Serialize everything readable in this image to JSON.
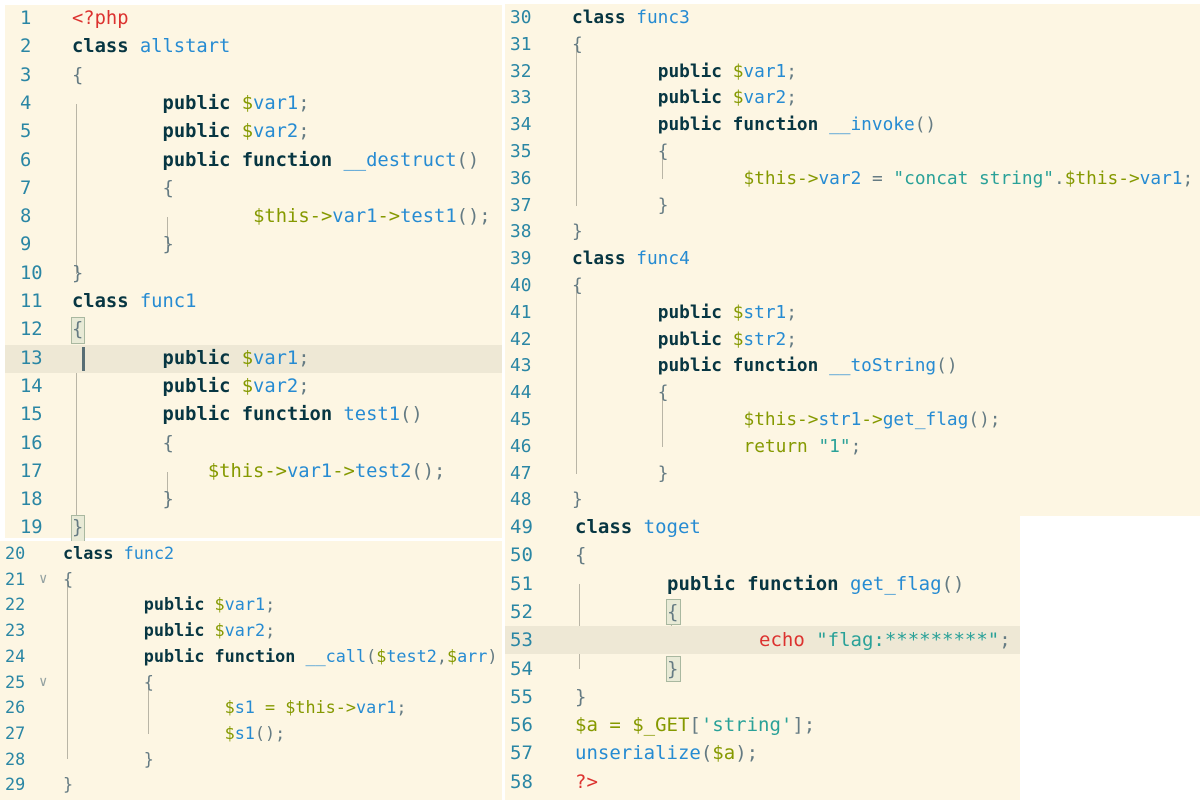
{
  "panels": [
    {
      "id": "pA",
      "lines": [
        {
          "n": "1",
          "i": 0,
          "t": [
            [
              "r",
              "<?php"
            ]
          ]
        },
        {
          "n": "2",
          "i": 0,
          "t": [
            [
              "k",
              "class"
            ],
            [
              "p",
              " "
            ],
            [
              "c",
              "allstart"
            ]
          ]
        },
        {
          "n": "3",
          "i": 0,
          "t": [
            [
              "p",
              "{"
            ]
          ]
        },
        {
          "n": "4",
          "i": 8,
          "t": [
            [
              "k",
              "public"
            ],
            [
              "p",
              " "
            ],
            [
              "v",
              "$"
            ],
            [
              "c",
              "var1"
            ],
            [
              "p",
              ";"
            ]
          ]
        },
        {
          "n": "5",
          "i": 8,
          "t": [
            [
              "k",
              "public"
            ],
            [
              "p",
              " "
            ],
            [
              "v",
              "$"
            ],
            [
              "c",
              "var2"
            ],
            [
              "p",
              ";"
            ]
          ]
        },
        {
          "n": "6",
          "i": 8,
          "t": [
            [
              "k",
              "public function"
            ],
            [
              "p",
              " "
            ],
            [
              "c",
              "__destruct"
            ],
            [
              "p",
              "()"
            ]
          ]
        },
        {
          "n": "7",
          "i": 8,
          "t": [
            [
              "p",
              "{"
            ]
          ]
        },
        {
          "n": "8",
          "i": 16,
          "t": [
            [
              "v",
              "$this->"
            ],
            [
              "c",
              "var1"
            ],
            [
              "v",
              "->"
            ],
            [
              "c",
              "test1"
            ],
            [
              "p",
              "();"
            ]
          ]
        },
        {
          "n": "9",
          "i": 8,
          "t": [
            [
              "p",
              "}"
            ]
          ]
        },
        {
          "n": "10",
          "i": 0,
          "t": [
            [
              "p",
              "}"
            ]
          ]
        },
        {
          "n": "11",
          "i": 0,
          "t": [
            [
              "k",
              "class"
            ],
            [
              "p",
              " "
            ],
            [
              "c",
              "func1"
            ]
          ]
        },
        {
          "n": "12",
          "i": 0,
          "t": [
            [
              "p",
              "{"
            ]
          ],
          "box": true
        },
        {
          "n": "13",
          "i": 8,
          "t": [
            [
              "k",
              "public"
            ],
            [
              "p",
              " "
            ],
            [
              "v",
              "$"
            ],
            [
              "c",
              "var1"
            ],
            [
              "p",
              ";"
            ]
          ],
          "hl": true
        },
        {
          "n": "14",
          "i": 8,
          "t": [
            [
              "k",
              "public"
            ],
            [
              "p",
              " "
            ],
            [
              "v",
              "$"
            ],
            [
              "c",
              "var2"
            ],
            [
              "p",
              ";"
            ]
          ]
        },
        {
          "n": "15",
          "i": 8,
          "t": [
            [
              "k",
              "public function"
            ],
            [
              "p",
              " "
            ],
            [
              "c",
              "test1"
            ],
            [
              "p",
              "()"
            ]
          ]
        },
        {
          "n": "16",
          "i": 8,
          "t": [
            [
              "p",
              "{"
            ]
          ]
        },
        {
          "n": "17",
          "i": 12,
          "t": [
            [
              "v",
              "$this->"
            ],
            [
              "c",
              "var1"
            ],
            [
              "v",
              "->"
            ],
            [
              "c",
              "test2"
            ],
            [
              "p",
              "();"
            ]
          ]
        },
        {
          "n": "18",
          "i": 8,
          "t": [
            [
              "p",
              "}"
            ]
          ]
        },
        {
          "n": "19",
          "i": 0,
          "t": [
            [
              "p",
              "}"
            ]
          ],
          "box": true
        }
      ]
    },
    {
      "id": "pB",
      "lines": [
        {
          "n": "20",
          "i": 0,
          "t": [
            [
              "k",
              "class"
            ],
            [
              "p",
              " "
            ],
            [
              "c",
              "func2"
            ]
          ]
        },
        {
          "n": "21",
          "i": 0,
          "t": [
            [
              "p",
              "{"
            ]
          ],
          "fold": true
        },
        {
          "n": "22",
          "i": 8,
          "t": [
            [
              "k",
              "public"
            ],
            [
              "p",
              " "
            ],
            [
              "v",
              "$"
            ],
            [
              "c",
              "var1"
            ],
            [
              "p",
              ";"
            ]
          ]
        },
        {
          "n": "23",
          "i": 8,
          "t": [
            [
              "k",
              "public"
            ],
            [
              "p",
              " "
            ],
            [
              "v",
              "$"
            ],
            [
              "c",
              "var2"
            ],
            [
              "p",
              ";"
            ]
          ]
        },
        {
          "n": "24",
          "i": 8,
          "t": [
            [
              "k",
              "public function"
            ],
            [
              "p",
              " "
            ],
            [
              "c",
              "__call"
            ],
            [
              "p",
              "("
            ],
            [
              "v",
              "$"
            ],
            [
              "c",
              "test2"
            ],
            [
              "p",
              ","
            ],
            [
              "v",
              "$"
            ],
            [
              "c",
              "arr"
            ],
            [
              "p",
              ")"
            ]
          ]
        },
        {
          "n": "25",
          "i": 8,
          "t": [
            [
              "p",
              "{"
            ]
          ],
          "fold": true
        },
        {
          "n": "26",
          "i": 16,
          "t": [
            [
              "v",
              "$"
            ],
            [
              "c",
              "s1"
            ],
            [
              "v",
              " = $this->"
            ],
            [
              "c",
              "var1"
            ],
            [
              "p",
              ";"
            ]
          ]
        },
        {
          "n": "27",
          "i": 16,
          "t": [
            [
              "v",
              "$"
            ],
            [
              "c",
              "s1"
            ],
            [
              "p",
              "();"
            ]
          ]
        },
        {
          "n": "28",
          "i": 8,
          "t": [
            [
              "p",
              "}"
            ]
          ]
        },
        {
          "n": "29",
          "i": 0,
          "t": [
            [
              "p",
              "}"
            ]
          ]
        }
      ]
    },
    {
      "id": "pC",
      "lines": [
        {
          "n": "30",
          "i": 0,
          "t": [
            [
              "k",
              "class"
            ],
            [
              "p",
              " "
            ],
            [
              "c",
              "func3"
            ]
          ]
        },
        {
          "n": "31",
          "i": 0,
          "t": [
            [
              "p",
              "{"
            ]
          ]
        },
        {
          "n": "32",
          "i": 8,
          "t": [
            [
              "k",
              "public"
            ],
            [
              "p",
              " "
            ],
            [
              "v",
              "$"
            ],
            [
              "c",
              "var1"
            ],
            [
              "p",
              ";"
            ]
          ]
        },
        {
          "n": "33",
          "i": 8,
          "t": [
            [
              "k",
              "public"
            ],
            [
              "p",
              " "
            ],
            [
              "v",
              "$"
            ],
            [
              "c",
              "var2"
            ],
            [
              "p",
              ";"
            ]
          ]
        },
        {
          "n": "34",
          "i": 8,
          "t": [
            [
              "k",
              "public function"
            ],
            [
              "p",
              " "
            ],
            [
              "c",
              "__invoke"
            ],
            [
              "p",
              "()"
            ]
          ]
        },
        {
          "n": "35",
          "i": 8,
          "t": [
            [
              "p",
              "{"
            ]
          ]
        },
        {
          "n": "36",
          "i": 16,
          "t": [
            [
              "v",
              "$this->"
            ],
            [
              "c",
              "var2"
            ],
            [
              "p",
              " = "
            ],
            [
              "s",
              "\"concat string\""
            ],
            [
              "p",
              "."
            ],
            [
              "v",
              "$this->"
            ],
            [
              "c",
              "var1"
            ],
            [
              "p",
              ";"
            ]
          ]
        },
        {
          "n": "37",
          "i": 8,
          "t": [
            [
              "p",
              "}"
            ]
          ]
        },
        {
          "n": "38",
          "i": 0,
          "t": [
            [
              "p",
              "}"
            ]
          ]
        },
        {
          "n": "39",
          "i": 0,
          "t": [
            [
              "k",
              "class"
            ],
            [
              "p",
              " "
            ],
            [
              "c",
              "func4"
            ]
          ]
        },
        {
          "n": "40",
          "i": 0,
          "t": [
            [
              "p",
              "{"
            ]
          ]
        },
        {
          "n": "41",
          "i": 8,
          "t": [
            [
              "k",
              "public"
            ],
            [
              "p",
              " "
            ],
            [
              "v",
              "$"
            ],
            [
              "c",
              "str1"
            ],
            [
              "p",
              ";"
            ]
          ]
        },
        {
          "n": "42",
          "i": 8,
          "t": [
            [
              "k",
              "public"
            ],
            [
              "p",
              " "
            ],
            [
              "v",
              "$"
            ],
            [
              "c",
              "str2"
            ],
            [
              "p",
              ";"
            ]
          ]
        },
        {
          "n": "43",
          "i": 8,
          "t": [
            [
              "k",
              "public function"
            ],
            [
              "p",
              " "
            ],
            [
              "c",
              "__toString"
            ],
            [
              "p",
              "()"
            ]
          ]
        },
        {
          "n": "44",
          "i": 8,
          "t": [
            [
              "p",
              "{"
            ]
          ]
        },
        {
          "n": "45",
          "i": 16,
          "t": [
            [
              "v",
              "$this->"
            ],
            [
              "c",
              "str1"
            ],
            [
              "v",
              "->"
            ],
            [
              "c",
              "get_flag"
            ],
            [
              "p",
              "();"
            ]
          ]
        },
        {
          "n": "46",
          "i": 16,
          "t": [
            [
              "v",
              "return"
            ],
            [
              "p",
              " "
            ],
            [
              "s",
              "\"1\""
            ],
            [
              "p",
              ";"
            ]
          ]
        },
        {
          "n": "47",
          "i": 8,
          "t": [
            [
              "p",
              "}"
            ]
          ]
        },
        {
          "n": "48",
          "i": 0,
          "t": [
            [
              "p",
              "}"
            ]
          ]
        }
      ]
    },
    {
      "id": "pD",
      "lines": [
        {
          "n": "49",
          "i": 0,
          "t": [
            [
              "k",
              "class"
            ],
            [
              "p",
              " "
            ],
            [
              "c",
              "toget"
            ]
          ]
        },
        {
          "n": "50",
          "i": 0,
          "t": [
            [
              "p",
              "{"
            ]
          ]
        },
        {
          "n": "51",
          "i": 8,
          "t": [
            [
              "k",
              "public function"
            ],
            [
              "p",
              " "
            ],
            [
              "c",
              "get_flag"
            ],
            [
              "p",
              "()"
            ]
          ]
        },
        {
          "n": "52",
          "i": 8,
          "t": [
            [
              "p",
              "{"
            ]
          ],
          "box": true
        },
        {
          "n": "53",
          "i": 16,
          "t": [
            [
              "r",
              "echo"
            ],
            [
              "p",
              " "
            ],
            [
              "s",
              "\"flag:*********\""
            ],
            [
              "p",
              ";"
            ]
          ],
          "hl": true
        },
        {
          "n": "54",
          "i": 8,
          "t": [
            [
              "p",
              "}"
            ]
          ],
          "box": true
        },
        {
          "n": "55",
          "i": 0,
          "t": [
            [
              "p",
              "}"
            ]
          ]
        },
        {
          "n": "56",
          "i": 0,
          "t": [
            [
              "v",
              "$a = $_GET"
            ],
            [
              "p",
              "["
            ],
            [
              "s",
              "'string'"
            ],
            [
              "p",
              "];"
            ]
          ]
        },
        {
          "n": "57",
          "i": 0,
          "t": [
            [
              "c",
              "unserialize"
            ],
            [
              "p",
              "("
            ],
            [
              "v",
              "$a"
            ],
            [
              "p",
              ");"
            ]
          ]
        },
        {
          "n": "58",
          "i": 0,
          "t": [
            [
              "r",
              "?>"
            ]
          ]
        }
      ]
    }
  ]
}
